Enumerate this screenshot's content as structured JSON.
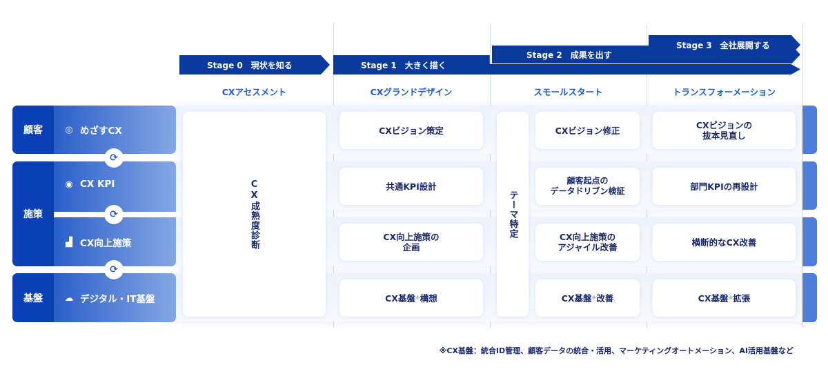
{
  "stages": [
    {
      "label": "Stage 0　現状を知る",
      "column": "CXアセスメント"
    },
    {
      "label": "Stage 1　大きく描く",
      "column": "CXグランドデザイン"
    },
    {
      "label": "Stage 2　成果を出す",
      "column": "スモールスタート"
    },
    {
      "label": "Stage 3　全社展開する",
      "column": "トランスフォーメーション"
    }
  ],
  "rows": {
    "customer": {
      "header": "顧客",
      "item": "めざすCX",
      "icon": "target-icon"
    },
    "measures": {
      "header": "施策",
      "items": [
        {
          "label": "CX KPI",
          "icon": "gauge-icon"
        },
        {
          "label": "CX向上施策",
          "icon": "bar-chart-icon"
        }
      ]
    },
    "foundation": {
      "header": "基盤",
      "item": "デジタル・IT基盤",
      "icon": "cloud-icon"
    }
  },
  "stage0": {
    "card": "CX成熟度診断"
  },
  "stage1": {
    "cards": [
      "CXビジョン策定",
      "共通KPI設計",
      "CX向上施策の\n企画",
      "CX基盤"
    ],
    "foundation_suffix": "構想"
  },
  "stage2": {
    "theme": "テーマ特定",
    "cards": [
      "CXビジョン修正",
      "顧客起点の\nデータドリブン検証",
      "CX向上施策の\nアジャイル改善",
      "CX基盤"
    ],
    "foundation_suffix": "改善"
  },
  "stage3": {
    "cards": [
      "CXビジョンの\n抜本見直し",
      "部門KPIの再設計",
      "横断的なCX改善",
      "CX基盤"
    ],
    "foundation_suffix": "拡張"
  },
  "mark": "※",
  "footnote": "※CX基盤：統合ID管理、顧客データの統合・活用、マーケティングオートメーション、AI活用基盤など",
  "colors": {
    "dark": "#0a3a9e",
    "accent": "#1a5bd6",
    "tab": "#4f7ddb"
  }
}
